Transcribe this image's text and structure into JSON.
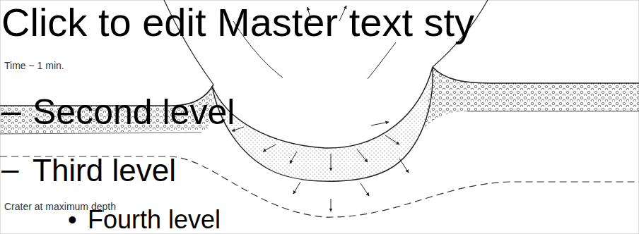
{
  "diagram": {
    "labels": [
      "Click to edit Master text sty",
      "–",
      "Second level",
      "–",
      "Third level",
      "•",
      "Fourth level",
      "Time ~ 1 min.",
      "Crater at maximum depth"
    ]
  }
}
